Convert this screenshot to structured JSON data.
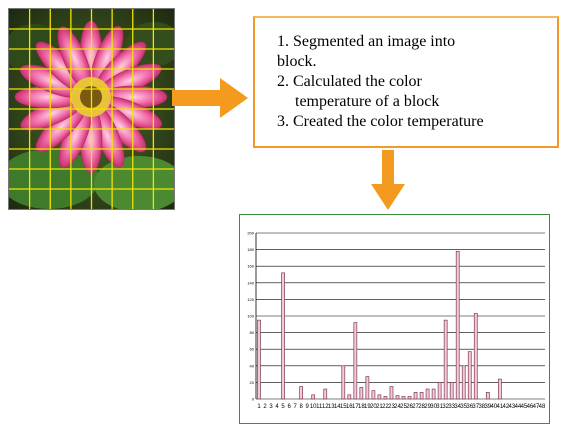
{
  "info": {
    "line1a": "1. Segmented an image into",
    "line1b": "block.",
    "line2a": "2. Calculated the color",
    "line2b": "temperature of a block",
    "line3": "3. Created the color temperature"
  },
  "colors": {
    "accent": "#f39a1f",
    "box_border": "#f19a2a",
    "chart_frame": "#3b8c3b",
    "grid": "#000000",
    "bar_fill": "#f4c9d6",
    "bar_stroke": "#7d3a5a",
    "photo_grid": "#f2e300"
  },
  "chart_data": {
    "type": "bar",
    "categories": [
      "1",
      "2",
      "3",
      "4",
      "5",
      "6",
      "7",
      "8",
      "9",
      "10",
      "11",
      "12",
      "13",
      "14",
      "15",
      "16",
      "17",
      "18",
      "19",
      "20",
      "21",
      "22",
      "23",
      "24",
      "25",
      "26",
      "27",
      "28",
      "29",
      "30",
      "31",
      "32",
      "33",
      "34",
      "35",
      "36",
      "37",
      "38",
      "39",
      "40",
      "41",
      "42",
      "43",
      "44",
      "45",
      "46",
      "47",
      "48"
    ],
    "values": [
      95,
      0,
      0,
      0,
      152,
      0,
      0,
      15,
      0,
      5,
      0,
      12,
      0,
      0,
      40,
      5,
      92,
      14,
      27,
      10,
      5,
      3,
      15,
      4,
      3,
      3,
      8,
      8,
      12,
      12,
      20,
      95,
      20,
      178,
      40,
      57,
      103,
      0,
      8,
      0,
      24,
      0,
      0,
      0,
      0,
      0,
      0,
      0
    ],
    "ylim": [
      0,
      200
    ],
    "yticks": [
      "0",
      "20",
      "40",
      "60",
      "80",
      "100",
      "120",
      "140",
      "160",
      "180",
      "200"
    ],
    "grid": true
  }
}
